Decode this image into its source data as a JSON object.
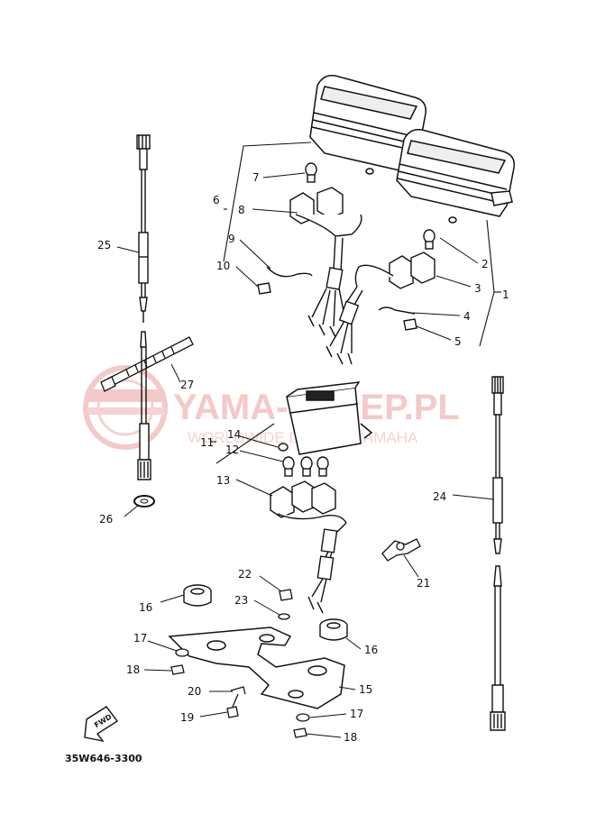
{
  "diagram_code": "35W646-3300",
  "watermark": {
    "title": "YAMA-SKLEP.PL",
    "subtitle": "WORLDWIDE DEALER YAMAHA"
  },
  "fwd_label": "FWD",
  "callouts": [
    "1",
    "2",
    "3",
    "4",
    "5",
    "6",
    "7",
    "8",
    "9",
    "10",
    "11",
    "12",
    "13",
    "14",
    "15",
    "16",
    "16",
    "17",
    "17",
    "18",
    "18",
    "19",
    "20",
    "21",
    "22",
    "23",
    "24",
    "25",
    "26",
    "27"
  ]
}
